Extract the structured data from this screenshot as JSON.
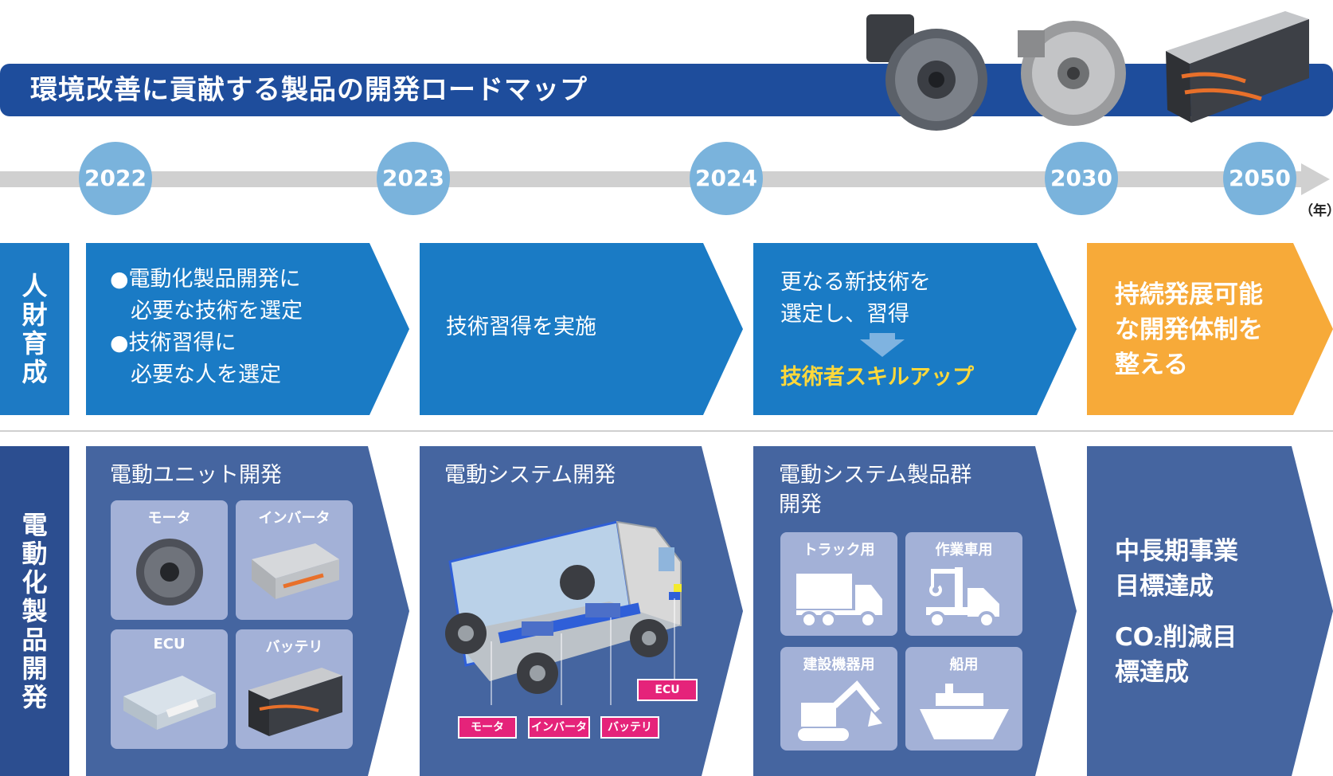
{
  "title": "環境改善に貢献する製品の開発ロードマップ",
  "timeline": {
    "years": [
      "2022",
      "2023",
      "2024",
      "2030",
      "2050"
    ],
    "unit": "（年）"
  },
  "rows": {
    "talent": {
      "label": "人財育成"
    },
    "development": {
      "label": "電動化製品開発"
    }
  },
  "talent_panels": {
    "p2022": {
      "line1": "●電動化製品開発に",
      "line2": "必要な技術を選定",
      "line3": "●技術習得に",
      "line4": "必要な人を選定"
    },
    "p2023": {
      "line1": "技術習得を実施"
    },
    "p2024": {
      "line1": "更なる新技術を",
      "line2": "選定し、習得",
      "result": "技術者スキルアップ"
    },
    "p2030": {
      "line1": "持続発展可能",
      "line2": "な開発体制を",
      "line3": "整える"
    }
  },
  "dev_panels": {
    "p2022": {
      "heading": "電動ユニット開発",
      "cards": [
        "モータ",
        "インバータ",
        "ECU",
        "バッテリ"
      ]
    },
    "p2023": {
      "heading": "電動システム開発",
      "tags": {
        "motor": "モータ",
        "inverter": "インバータ",
        "battery": "バッテリ",
        "ecu": "ECU"
      }
    },
    "p2024": {
      "heading1": "電動システム製品群",
      "heading2": "開発",
      "cards": [
        "トラック用",
        "作業車用",
        "建設機器用",
        "船用"
      ]
    },
    "p2030": {
      "line1": "中長期事業",
      "line2": "目標達成",
      "co2_a": "CO",
      "co2_sub": "2",
      "co2_b": "削減目",
      "line4": "標達成"
    }
  },
  "colors": {
    "title_bg": "#1e4d9c",
    "talent_blue": "#1a7bc5",
    "dev_blue": "#4565a0",
    "goal_orange": "#f7aa39",
    "year_circle": "#7ab3dc",
    "highlight_yellow": "#ffd83a",
    "tag_pink": "#e5237a"
  }
}
